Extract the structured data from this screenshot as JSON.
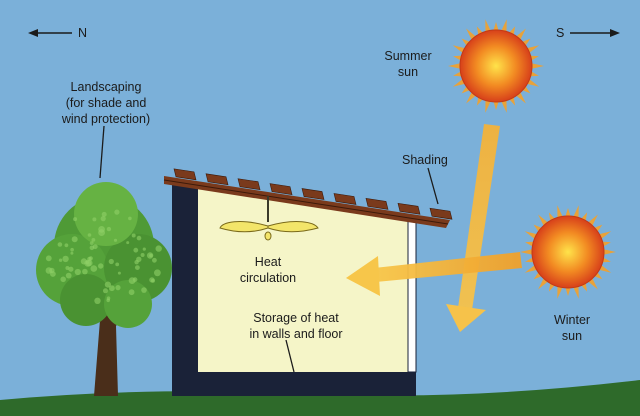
{
  "directions": {
    "north": "N",
    "south": "S"
  },
  "labels": {
    "landscaping_1": "Landscaping",
    "landscaping_2": "(for shade and",
    "landscaping_3": "wind protection)",
    "summer_1": "Summer",
    "summer_2": "sun",
    "shading": "Shading",
    "heat_1": "Heat",
    "heat_2": "circulation",
    "storage_1": "Storage of heat",
    "storage_2": "in walls and floor",
    "winter_1": "Winter",
    "winter_2": "sun"
  },
  "colors": {
    "sky": "#7bb0d9",
    "ground": "#2e6a2a",
    "interior": "#f5f5c8",
    "wall": "#1a2238",
    "roof": "#7a3a1c",
    "sun": "#e8561c",
    "sun_ray": "#e8a23a",
    "arrow": "#f0a22c",
    "fan": "#f3e56a",
    "tree": "#4f9a36"
  },
  "icons": [
    "sun-icon",
    "tree-icon",
    "ceiling-fan-icon",
    "compass-arrow-icon"
  ]
}
